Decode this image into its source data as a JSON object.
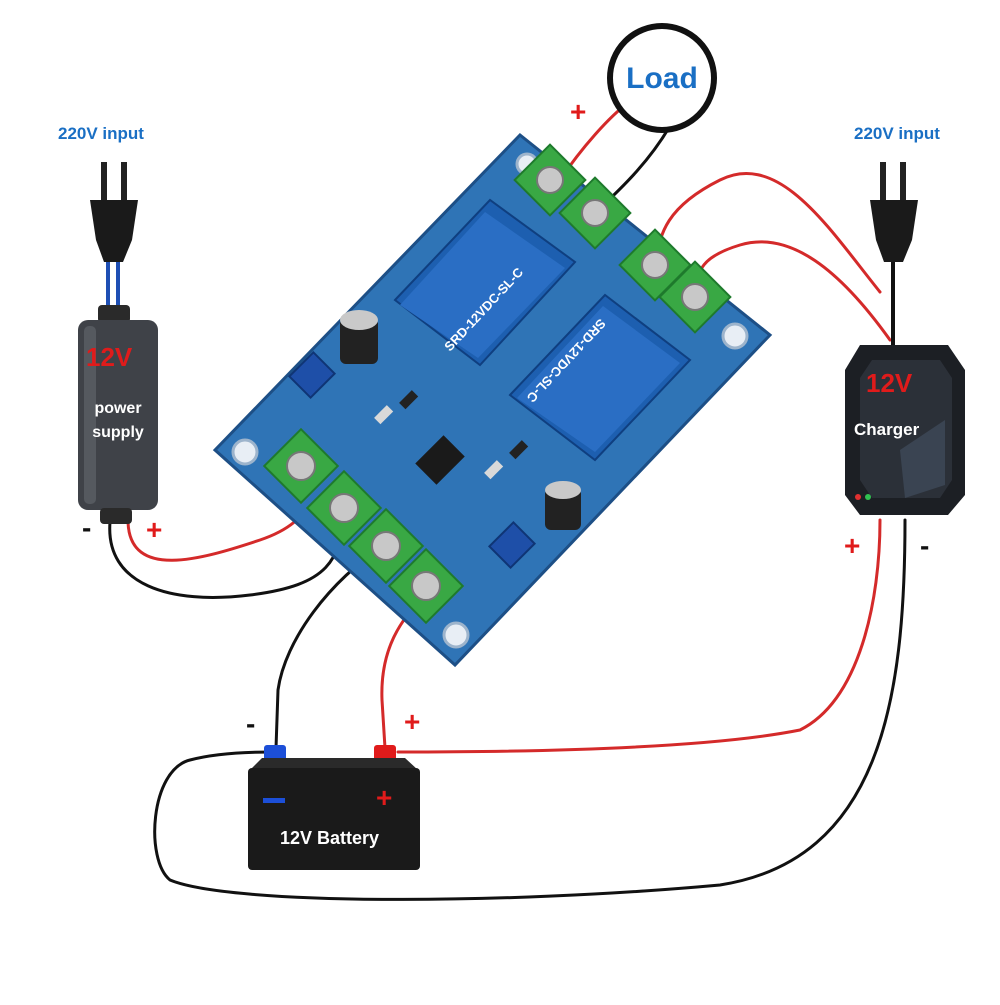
{
  "left_input": {
    "label": "220V input"
  },
  "right_input": {
    "label": "220V input"
  },
  "load": {
    "label": "Load",
    "plus": "+"
  },
  "power_supply": {
    "voltage": "12V",
    "line1": "power",
    "line2": "supply",
    "minus": "-",
    "plus": "+"
  },
  "charger": {
    "voltage": "12V",
    "label": "Charger",
    "plus": "+",
    "minus": "-"
  },
  "battery": {
    "label": "12V Battery",
    "terminal_minus": "-",
    "terminal_plus": "+",
    "face_minus": "-",
    "face_plus": "+"
  },
  "relay_1": {
    "model": "SRD-12VDC-SL-C"
  },
  "relay_2": {
    "model": "SRD-12VDC-SL-C"
  },
  "colors": {
    "wire_red": "#d42a2a",
    "wire_black": "#111111",
    "board": "#2f74b6",
    "terminal": "#39a844",
    "relay": "#1d5fb0",
    "label_blue": "#1a6fc4"
  }
}
